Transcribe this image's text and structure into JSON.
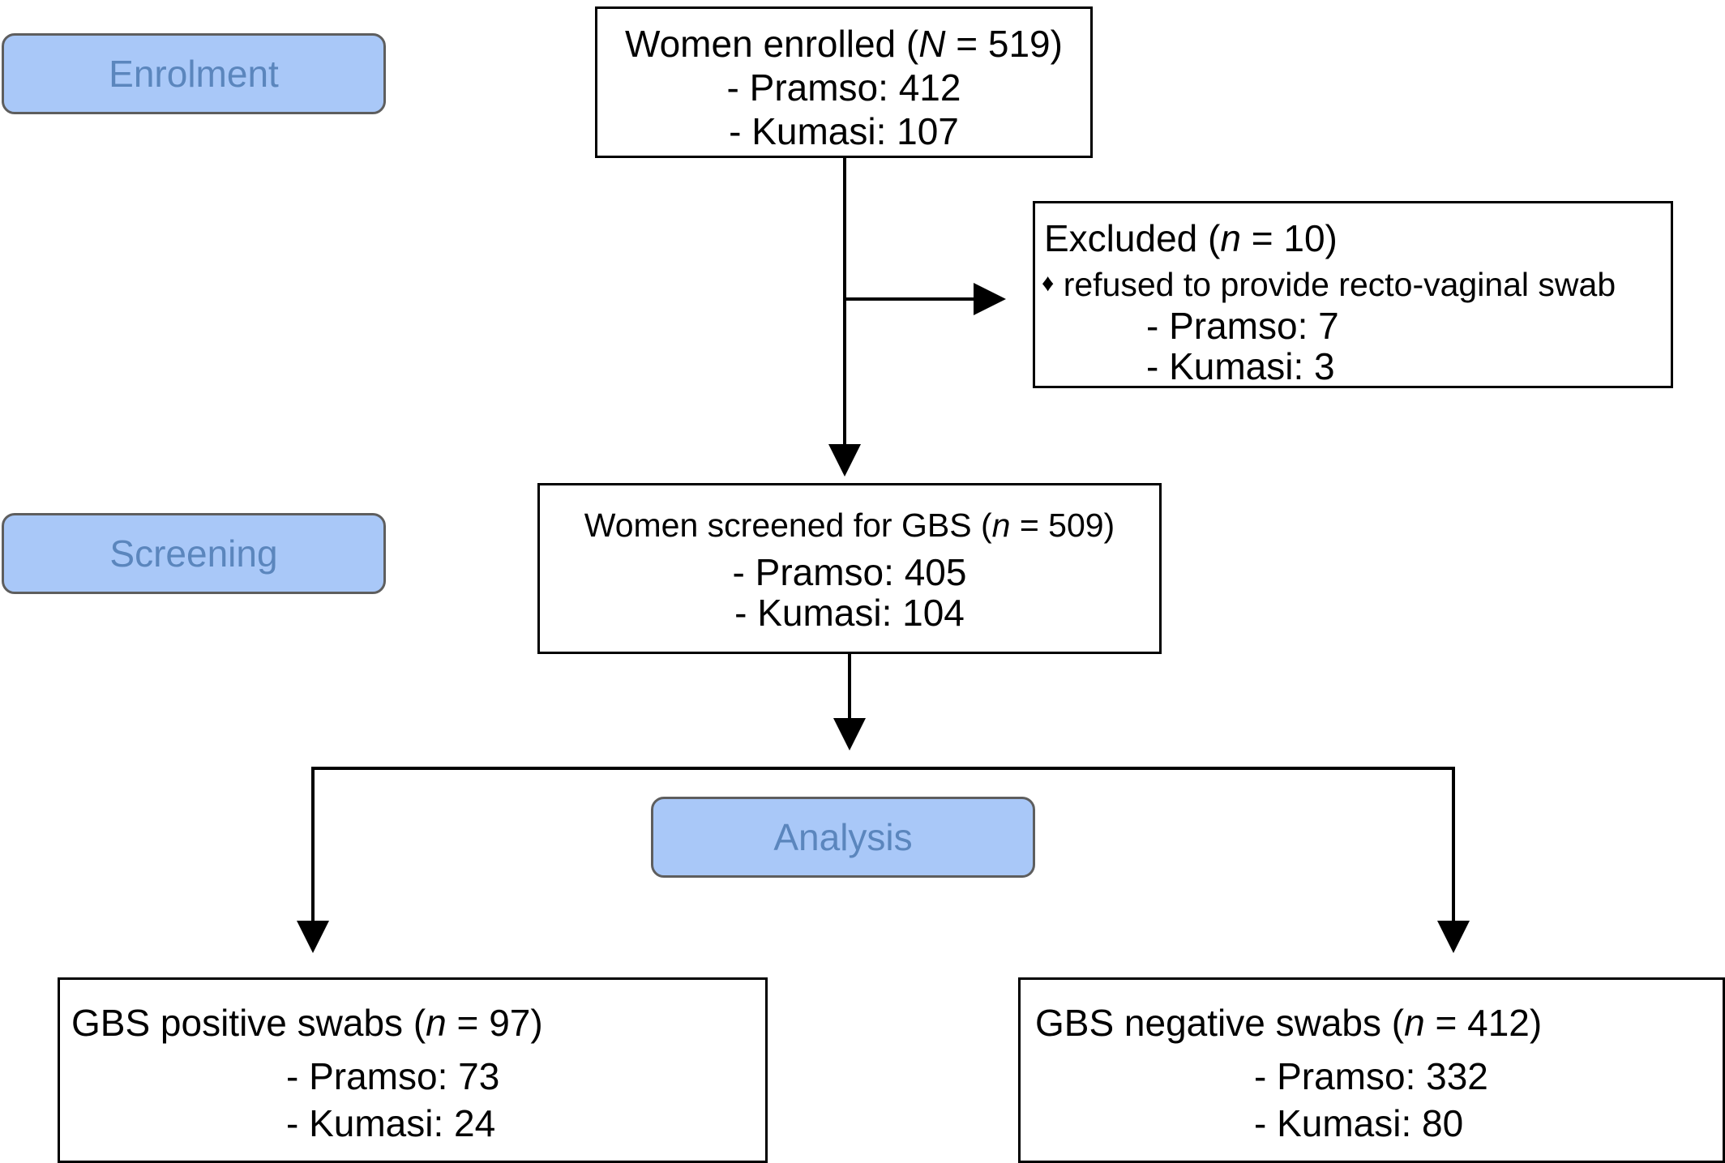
{
  "stages": {
    "enrolment": "Enrolment",
    "screening": "Screening",
    "analysis": "Analysis"
  },
  "enrolled": {
    "title_prefix": "Women enrolled (",
    "title_var": "N",
    "title_suffix": " = 519)",
    "pramso": "- Pramso: 412",
    "kumasi": "- Kumasi: 107"
  },
  "excluded": {
    "title_prefix": "Excluded (",
    "title_var": "n",
    "title_suffix": " = 10)",
    "bullet": "♦",
    "reason": "refused to provide recto-vaginal swab",
    "pramso": "- Pramso: 7",
    "kumasi": "- Kumasi: 3"
  },
  "screened": {
    "title_prefix": "Women screened for GBS (",
    "title_var": "n",
    "title_suffix": " = 509)",
    "pramso": "- Pramso: 405",
    "kumasi": "- Kumasi: 104"
  },
  "positive": {
    "title_prefix": "GBS positive swabs (",
    "title_var": "n",
    "title_suffix": " = 97)",
    "pramso": "- Pramso: 73",
    "kumasi": "- Kumasi: 24"
  },
  "negative": {
    "title_prefix": "GBS negative swabs (",
    "title_var": "n",
    "title_suffix": " = 412)",
    "pramso": "- Pramso: 332",
    "kumasi": "- Kumasi: 80"
  },
  "colors": {
    "stage_fill": "#a9c8f8",
    "stage_text": "#5b86bd",
    "stage_border": "#5e5e5e"
  }
}
